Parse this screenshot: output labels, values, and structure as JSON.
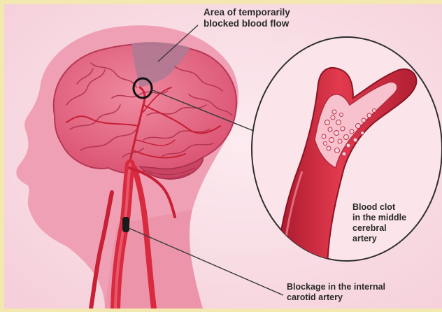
{
  "labels": {
    "top": [
      "Area of temporarily",
      "blocked blood flow"
    ],
    "clot": [
      "Blood clot",
      "in the middle",
      "cerebral",
      "artery"
    ],
    "bottom": [
      "Blockage in the internal",
      "carotid artery"
    ]
  },
  "colors": {
    "frame": "#f2e8b0",
    "background": "#f9dbe4",
    "head": "#f0a0b4",
    "brain": "#e4607e",
    "brain_fold": "#b63856",
    "artery": "#d92b40",
    "artery_dark": "#9d1a2a",
    "blocked_area": "#b07a94",
    "clot": "#f5d4da",
    "leader": "#3a3a3a"
  },
  "icons": {
    "marker": "black-circle-marker",
    "zoom": "magnified-artery-inset"
  }
}
